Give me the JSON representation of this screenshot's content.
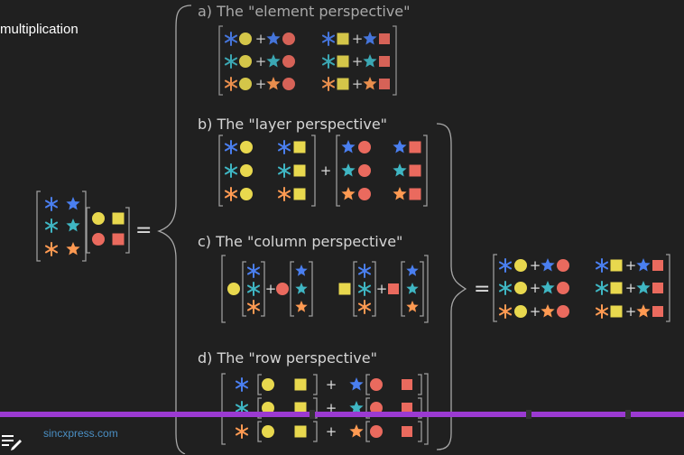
{
  "video_title": "multiplication",
  "perspectives": {
    "a": "a) The \"element perspective\"",
    "b": "b) The \"layer perspective\"",
    "c": "c) The \"column perspective\"",
    "d": "d) The \"row perspective\""
  },
  "symbols": {
    "equals": "=",
    "plus": "+"
  },
  "watermark": "sincxpress.com",
  "colors": {
    "blue": "#4a7ff0",
    "teal": "#3fb6c3",
    "orange": "#ff9a52",
    "yellow": "#e8d84e",
    "red": "#ea6a5e",
    "timeline": "#9b3ad1",
    "background": "#202020"
  },
  "icons": {
    "controls": "playlist-edit-icon"
  }
}
